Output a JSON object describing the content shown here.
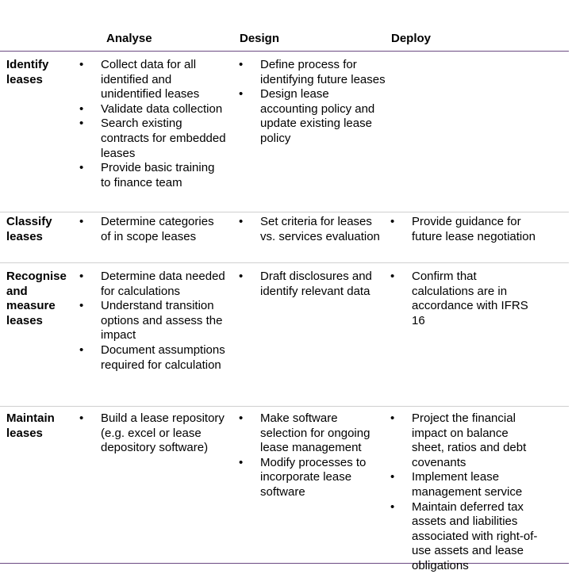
{
  "header": {
    "columns": [
      "Analyse",
      "Design",
      "Deploy"
    ]
  },
  "rows": [
    {
      "label": "Identify leases",
      "analyse": [
        "Collect data for all identified and unidentified leases",
        "Validate data collection",
        "Search existing contracts for embedded leases",
        "Provide basic training to finance team"
      ],
      "design": [
        "Define process for identifying future leases",
        "Design lease accounting policy and update existing lease policy"
      ],
      "deploy": []
    },
    {
      "label": "Classify leases",
      "analyse": [
        "Determine categories of in scope leases"
      ],
      "design": [
        "Set criteria for leases vs. services evaluation"
      ],
      "deploy": [
        "Provide guidance for future lease negotiation"
      ]
    },
    {
      "label": "Recognise and measure leases",
      "analyse": [
        "Determine data needed for calculations",
        "Understand transition options and assess the impact",
        "Document assumptions required for calculation"
      ],
      "design": [
        "Draft disclosures and identify relevant data"
      ],
      "deploy": [
        "Confirm that calculations are in accordance with IFRS 16"
      ]
    },
    {
      "label": "Maintain leases",
      "analyse": [
        "Build a lease repository (e.g. excel or lease depository software)"
      ],
      "design": [
        "Make software selection for ongoing lease management",
        "Modify processes to incorporate lease software"
      ],
      "deploy": [
        "Project the financial impact on balance sheet, ratios and  debt covenants",
        "Implement lease management service",
        "Maintain deferred tax assets and liabilities associated with right-of-use assets and lease obligations"
      ]
    }
  ]
}
